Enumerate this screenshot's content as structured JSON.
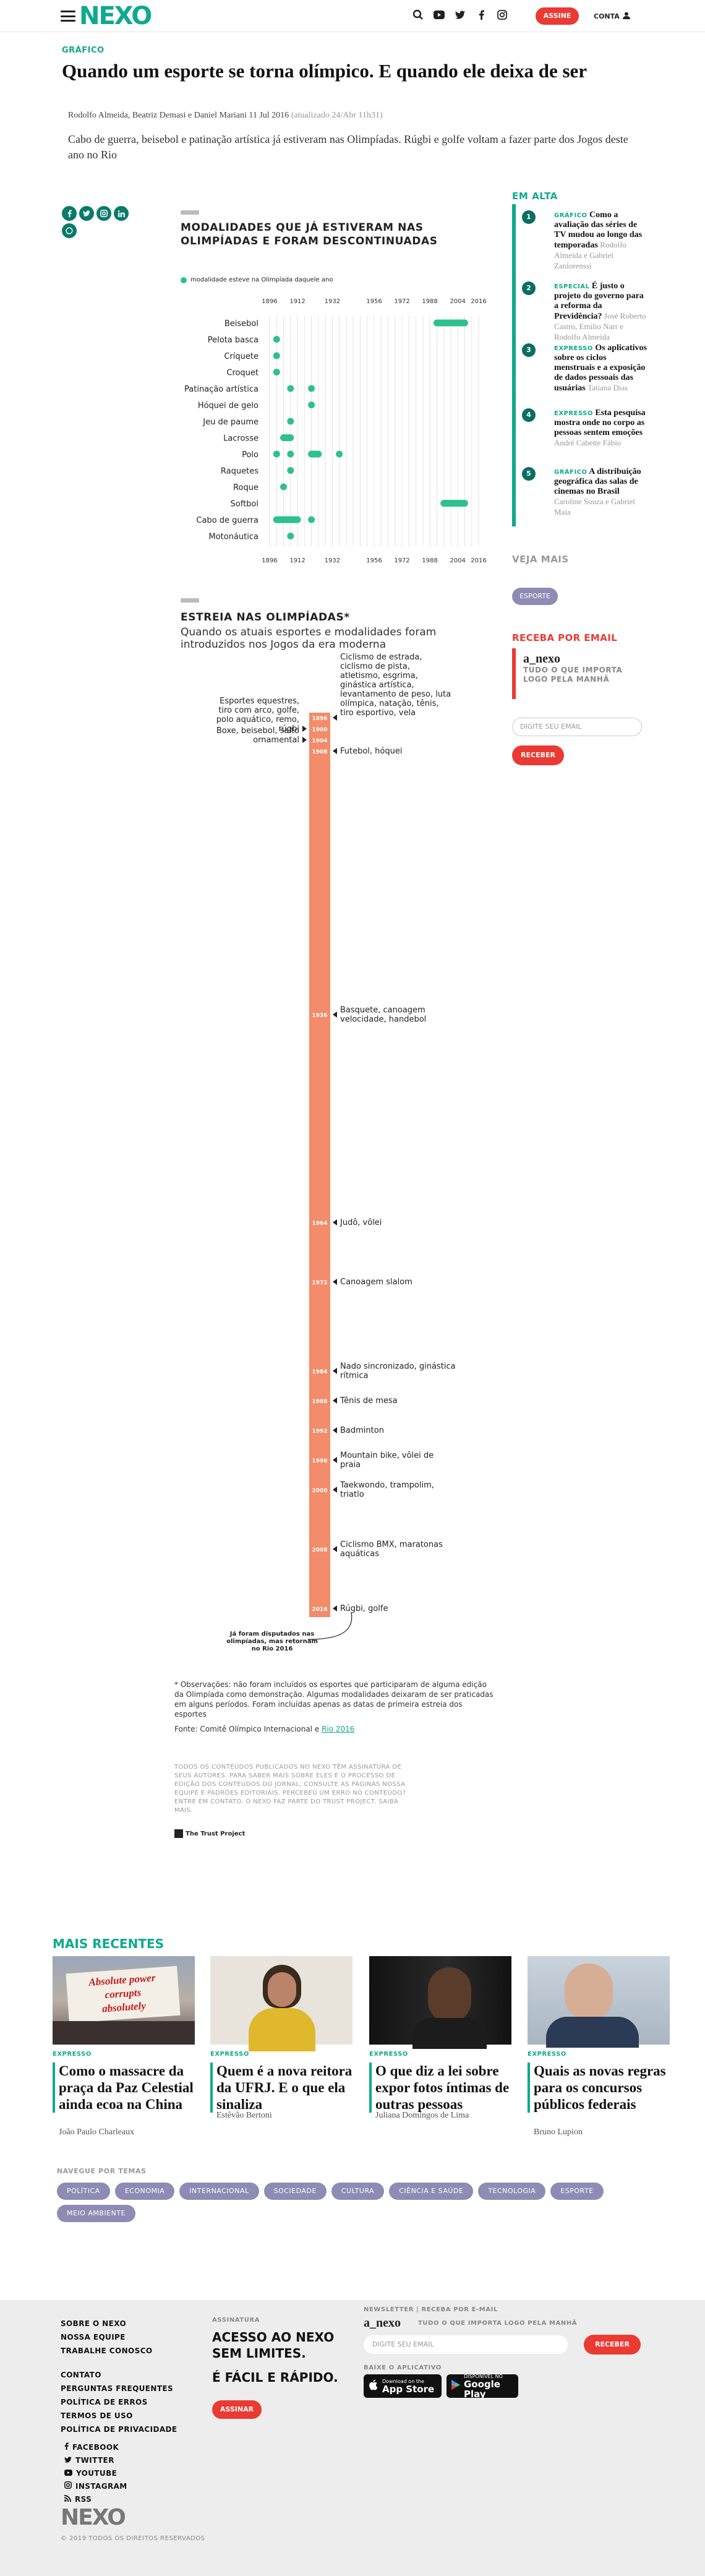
{
  "header": {
    "logo": "NEXO",
    "assine": "ASSINE",
    "conta": "CONTA"
  },
  "article": {
    "eyebrow": "GRÁFICO",
    "title": "Quando um esporte se torna olímpico. E quando ele deixa de ser",
    "byline": "Rodolfo Almeida, Beatriz Demasi e Daniel Mariani 11 Jul 2016",
    "updated": "(atualizado 24/Abr 11h31)",
    "lede": "Cabo de guerra, beisebol e patinação artística já estiveram nas Olimpíadas. Rúgbi e golfe voltam a fazer parte dos Jogos deste ano no Rio"
  },
  "colors": {
    "accent": "#0fa98e",
    "red": "#ea3a32",
    "dot": "#2ec08f",
    "timeline": "#f28c6a",
    "tag": "#8e8cb5"
  },
  "section1": {
    "title_l1": "MODALIDADES QUE JÁ ESTIVERAM NAS",
    "title_l2": "OLIMPÍADAS E FORAM DESCONTINUADAS",
    "legend": "modalidade esteve na Olimpíada daquele ano"
  },
  "chart_data": [
    {
      "type": "scatter",
      "title": "MODALIDADES QUE JÁ ESTIVERAM NAS OLIMPÍADAS E FORAM DESCONTINUADAS",
      "x_ticks": [
        "1896",
        "1912",
        "1932",
        "1956",
        "1972",
        "1988",
        "2004",
        "2016"
      ],
      "xlim": [
        1896,
        2016
      ],
      "categories": [
        "Beisebol",
        "Pelota basca",
        "Críquete",
        "Croquet",
        "Patinação artística",
        "Hóquei de gelo",
        "Jeu de paume",
        "Lacrosse",
        "Polo",
        "Raquetes",
        "Roque",
        "Softbol",
        "Cabo de guerra",
        "Motonáutica"
      ],
      "series": [
        {
          "values": [
            [
              1992,
              1996,
              2000,
              2004,
              2008
            ],
            [
              1900
            ],
            [
              1900
            ],
            [
              1900
            ],
            [
              1908,
              1920
            ],
            [
              1920
            ],
            [
              1908
            ],
            [
              1904,
              1908
            ],
            [
              1900,
              1908,
              1920,
              1924,
              1936
            ],
            [
              1908
            ],
            [
              1904
            ],
            [
              1996,
              2000,
              2004,
              2008
            ],
            [
              1900,
              1904,
              1908,
              1912,
              1920
            ],
            [
              1908
            ]
          ]
        }
      ]
    },
    {
      "type": "table",
      "title": "ESTREIA NAS OLIMPÍADAS*",
      "subtitle": "Quando os atuais esportes e modalidades foram introduzidos nos Jogos da era moderna",
      "events": [
        {
          "year": "1896",
          "label": "Ciclismo de estrada, ciclismo de pista, atletismo, esgrima, ginástica artística, levantamento de peso, luta olímpica, natação, tênis, tiro esportivo, vela",
          "side": "right"
        },
        {
          "year": "1900",
          "label": "Esportes equestres, tiro com arco, golfe, polo aquático, remo, rúgbi",
          "side": "left"
        },
        {
          "year": "1904",
          "label": "Boxe, beisebol, salto ornamental",
          "side": "left"
        },
        {
          "year": "1908",
          "label": "Futebol, hóquei",
          "side": "right"
        },
        {
          "year": "1936",
          "label": "Basquete, canoagem velocidade, handebol",
          "side": "right"
        },
        {
          "year": "1964",
          "label": "Judô, vôlei",
          "side": "right"
        },
        {
          "year": "1972",
          "label": "Canoagem slalom",
          "side": "right"
        },
        {
          "year": "1984",
          "label": "Nado sincronizado, ginástica rítmica",
          "side": "right"
        },
        {
          "year": "1988",
          "label": "Tênis de mesa",
          "side": "right"
        },
        {
          "year": "1992",
          "label": "Badminton",
          "side": "right"
        },
        {
          "year": "1996",
          "label": "Mountain bike, vôlei de praia",
          "side": "right"
        },
        {
          "year": "2000",
          "label": "Taekwondo, trampolim, triatlo",
          "side": "right"
        },
        {
          "year": "2008",
          "label": "Ciclismo BMX, maratonas aquáticas",
          "side": "right"
        },
        {
          "year": "2016",
          "label": "Rúgbi, golfe",
          "side": "right"
        }
      ],
      "annotation": "Já foram disputados nas olimpíadas, mas retornam no Rio 2016"
    }
  ],
  "section2": {
    "title": "ESTREIA NAS OLIMPÍADAS*",
    "subtitle": "Quando os atuais esportes e modalidades foram introduzidos nos Jogos da era moderna"
  },
  "footnotes": {
    "obs": "* Observações: não foram incluídos os esportes que participaram de alguma edição da Olimpíada como demonstração. Algumas modalidades deixaram de ser praticadas em alguns períodos. Foram incluídas apenas as datas de primeira estreia dos esportes",
    "source_prefix": "Fonte: Comitê Olímpico Internacional e ",
    "source_link": "Rio 2016",
    "disclaimer": "TODOS OS CONTEÚDOS PUBLICADOS NO NEXO TÊM ASSINATURA DE SEUS AUTORES. PARA SABER MAIS SOBRE ELES E O PROCESSO DE EDIÇÃO DOS CONTEÚDOS DO JORNAL, CONSULTE AS PÁGINAS NOSSA EQUIPE E PADRÕES EDITORIAIS. PERCEBEU UM ERRO NO CONTEÚDO? ENTRE EM CONTATO. O NEXO FAZ PARTE DO TRUST PROJECT. SAIBA MAIS.",
    "trust": "The Trust Project"
  },
  "sidebar": {
    "em_alta": "EM ALTA",
    "items": [
      {
        "num": "1",
        "kicker": "GRÁFICO",
        "title": "Como a avaliação das séries de TV mudou ao longo das temporadas",
        "authors": "Rodolfo Almeida e Gabriel Zanlorenssi"
      },
      {
        "num": "2",
        "kicker": "ESPECIAL",
        "title": "É justo o projeto do governo para a reforma da Previdência?",
        "authors": "José Roberto Castro, Emilio Narr e Rodolfo Almeida"
      },
      {
        "num": "3",
        "kicker": "EXPRESSO",
        "title": "Os aplicativos sobre os ciclos menstruais e a exposição de dados pessoais das usuárias",
        "authors": "Tatiana Dias"
      },
      {
        "num": "4",
        "kicker": "EXPRESSO",
        "title": "Esta pesquisa mostra onde no corpo as pessoas sentem emoções",
        "authors": "André Cabette Fábio"
      },
      {
        "num": "5",
        "kicker": "GRÁFICO",
        "title": "A distribuição geográfica das salas de cinemas no Brasil",
        "authors": "Caroline Souza e Gabriel Maia"
      }
    ],
    "veja_mais": "VEJA MAIS",
    "tag": "ESPORTE",
    "receba": "RECEBA POR EMAIL",
    "anexo": "a_nexo",
    "anexo_tag": "TUDO O QUE IMPORTA LOGO PELA MANHÃ",
    "email_placeholder": "DIGITE SEU EMAIL",
    "receber": "RECEBER"
  },
  "recentes": {
    "title": "MAIS RECENTES",
    "items": [
      {
        "kicker": "EXPRESSO",
        "title": "Como o massacre da praça da Paz Celestial ainda ecoa na China",
        "author": "João Paulo Charleaux"
      },
      {
        "kicker": "EXPRESSO",
        "title": "Quem é a nova reitora da UFRJ. E o que ela sinaliza",
        "author": "Estêvão Bertoni"
      },
      {
        "kicker": "EXPRESSO",
        "title": "O que diz a lei sobre expor fotos íntimas de outras pessoas",
        "author": "Juliana Domingos de Lima"
      },
      {
        "kicker": "EXPRESSO",
        "title": "Quais as novas regras para os concursos públicos federais",
        "author": "Bruno Lupion"
      }
    ],
    "sign_l1": "Absolute power",
    "sign_l2": "corrupts",
    "sign_l3": "absolutely"
  },
  "temas": {
    "title": "NAVEGUE POR TEMAS",
    "items": [
      "POLÍTICA",
      "ECONOMIA",
      "INTERNACIONAL",
      "SOCIEDADE",
      "CULTURA",
      "CIÊNCIA E SAÚDE",
      "TECNOLOGIA",
      "ESPORTE",
      "MEIO AMBIENTE"
    ]
  },
  "footer": {
    "links1": [
      "SOBRE O NEXO",
      "NOSSA EQUIPE",
      "TRABALHE CONOSCO"
    ],
    "links2": [
      "CONTATO",
      "PERGUNTAS FREQUENTES",
      "POLÍTICA DE ERROS",
      "TERMOS DE USO",
      "POLÍTICA DE PRIVACIDADE"
    ],
    "social": [
      "FACEBOOK",
      "TWITTER",
      "YOUTUBE",
      "INSTAGRAM",
      "RSS"
    ],
    "assinatura_label": "ASSINATURA",
    "acesso": "ACESSO AO NEXO SEM LIMITES.",
    "facil": "É FÁCIL E RÁPIDO.",
    "assinar": "ASSINAR",
    "newsletter_label": "NEWSLETTER | RECEBA POR E-MAIL",
    "anexo": "a_nexo",
    "anexo_tag": "TUDO O QUE IMPORTA LOGO PELA MANHÃ",
    "email_placeholder": "DIGITE SEU EMAIL",
    "receber": "RECEBER",
    "app_label": "BAIXE O APLICATIVO",
    "appstore_small": "Download on the",
    "appstore": "App Store",
    "gplay_small": "DISPONÍVEL NO",
    "gplay": "Google Play",
    "logo": "NEXO",
    "copyright": "© 2019 TODOS OS DIREITOS RESERVADOS"
  }
}
